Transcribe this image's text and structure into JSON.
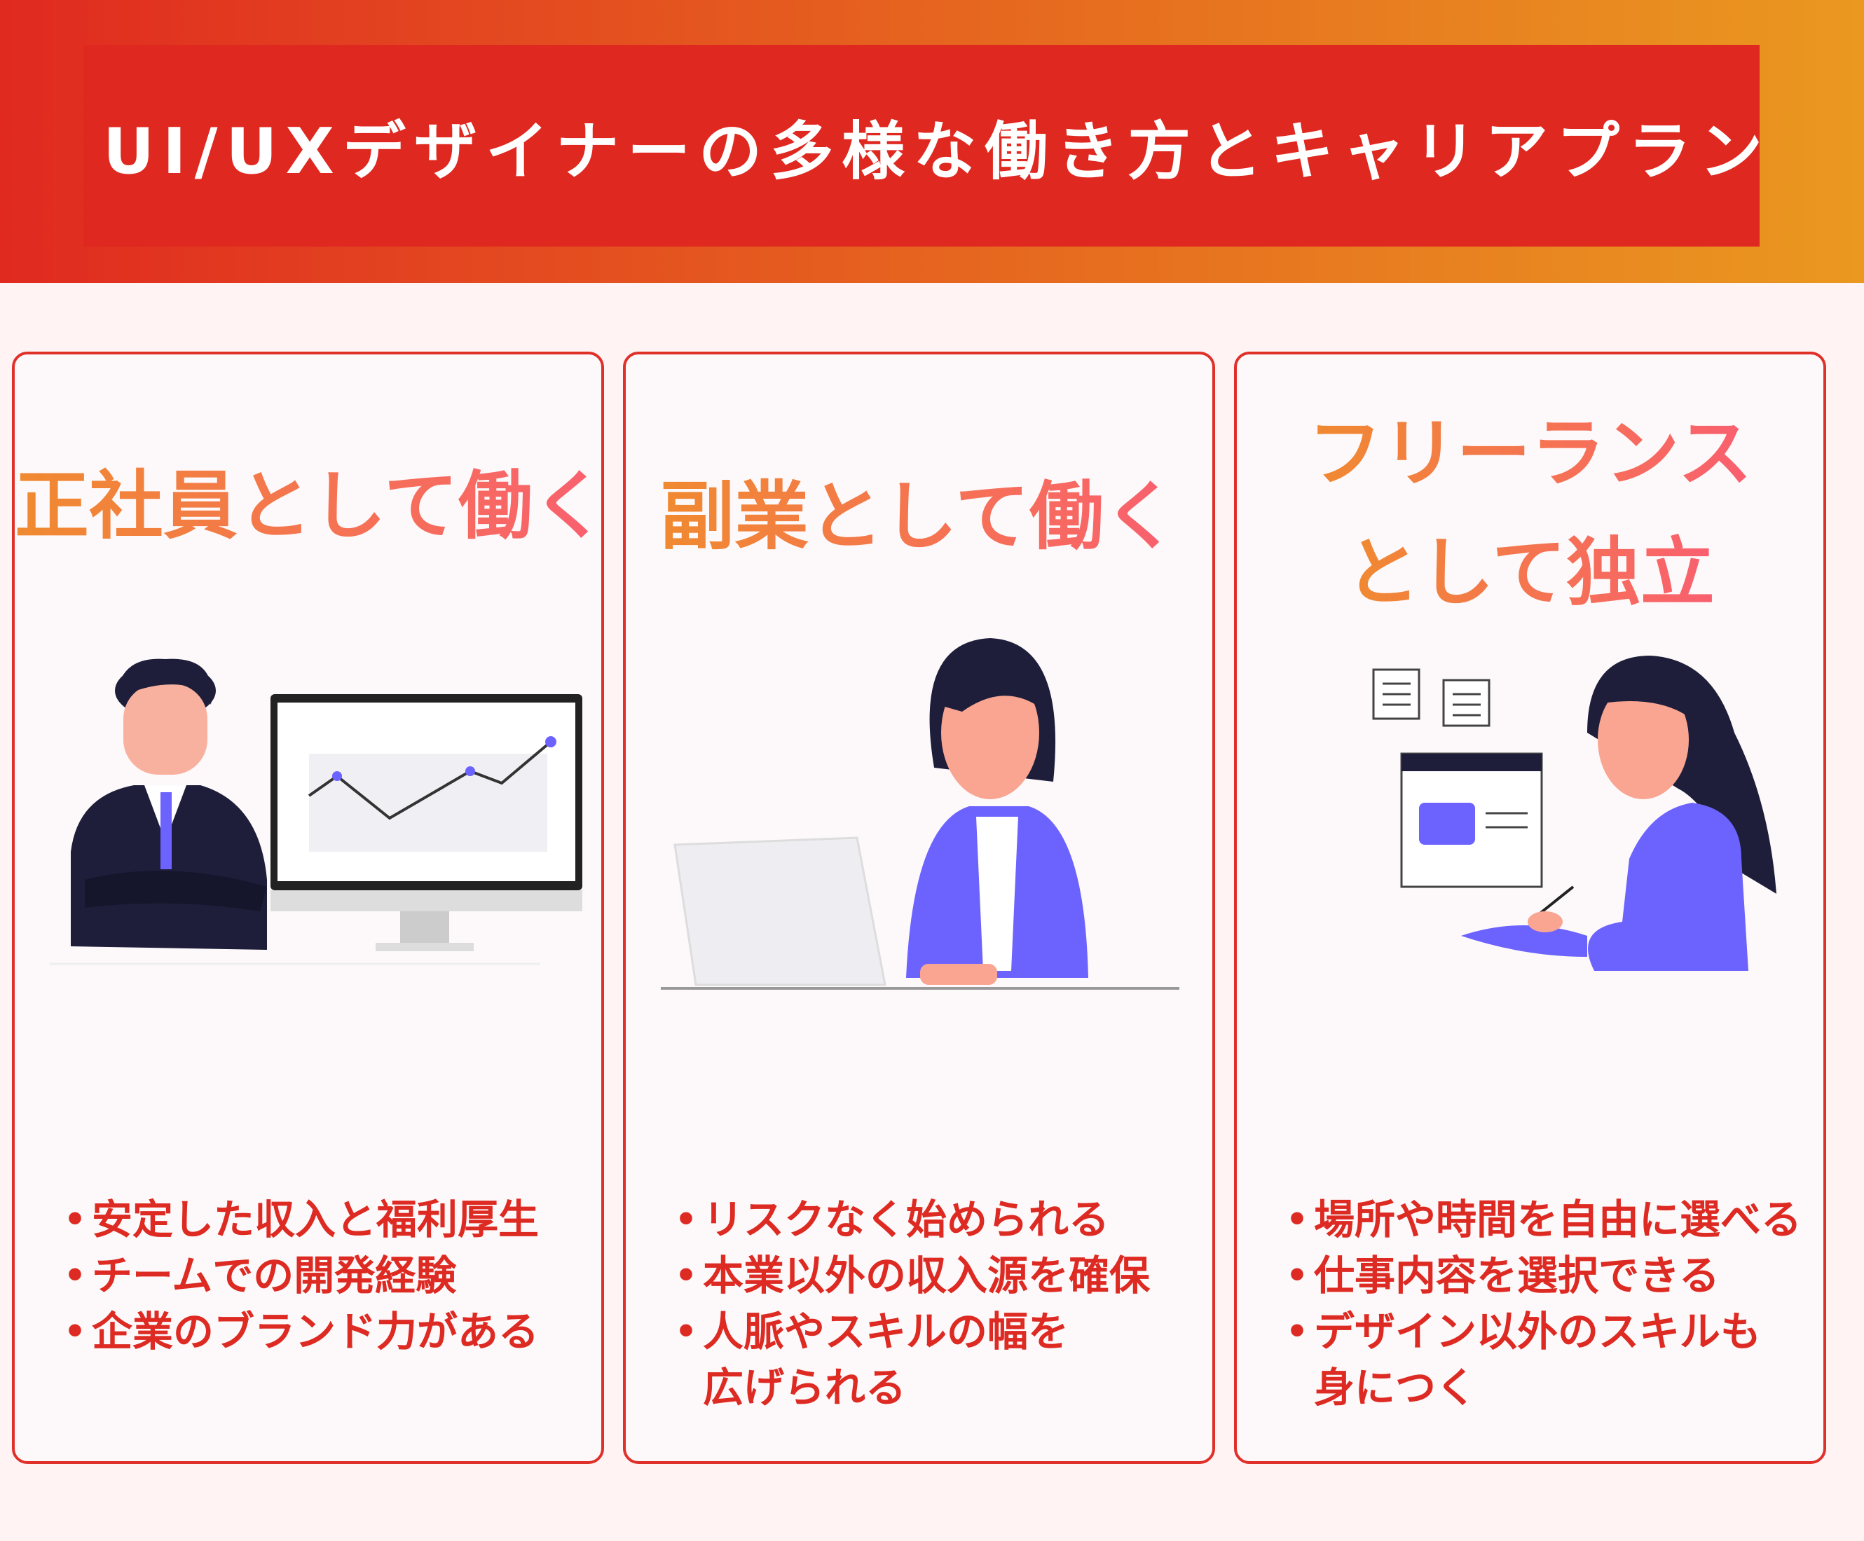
{
  "header": {
    "title": "UI/UXデザイナーの多様な働き方とキャリアプラン"
  },
  "colors": {
    "accent": "#df2820",
    "title_gradient_start": "#f08a30",
    "title_gradient_end": "#f95f70",
    "bullet_text": "#dd2a22",
    "figure_purple": "#6c5ce7"
  },
  "cards": [
    {
      "title_lines": [
        "正社員として働く"
      ],
      "illustration": "businessman-with-chart-monitor",
      "bullets": [
        "安定した収入と福利厚生",
        "チームでの開発経験",
        "企業のブランド力がある"
      ]
    },
    {
      "title_lines": [
        "副業として働く"
      ],
      "illustration": "woman-with-laptop",
      "bullets": [
        "リスクなく始められる",
        "本業以外の収入源を確保",
        "人脈やスキルの幅を",
        "広げられる"
      ]
    },
    {
      "title_lines": [
        "フリーランス",
        "として独立"
      ],
      "illustration": "woman-designing-on-tablet",
      "bullets": [
        "場所や時間を自由に選べる",
        "仕事内容を選択できる",
        "デザイン以外のスキルも",
        "身につく"
      ]
    }
  ]
}
